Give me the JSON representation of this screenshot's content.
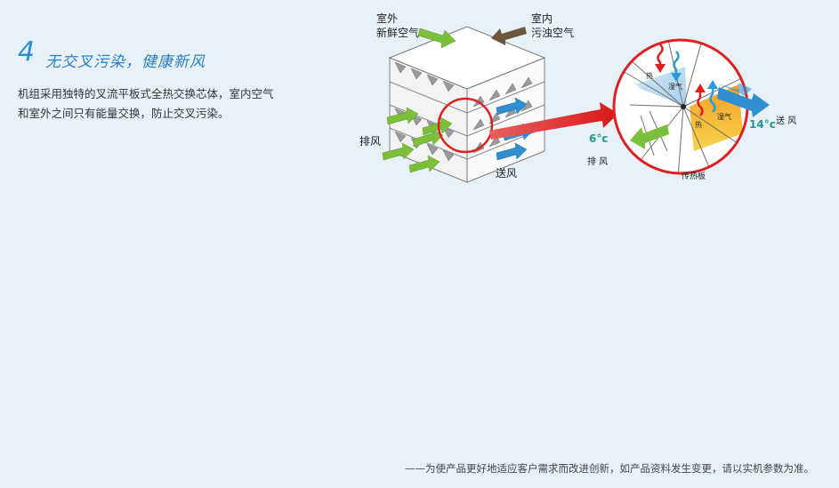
{
  "heading": {
    "number": "4",
    "title": "无交叉污染，健康新风"
  },
  "description": {
    "line1": "机组采用独特的叉流平板式全热交换芯体，室内空气",
    "line2": "和室外之间只有能量交换，防止交叉污染。"
  },
  "diagram": {
    "outdoor_label_1": "室外",
    "outdoor_label_2": "新鲜空气",
    "indoor_label_1": "室内",
    "indoor_label_2": "污浊空气",
    "exhaust_left": "排风",
    "supply_bottom": "送风",
    "detail": {
      "heat_1": "热",
      "humid_1": "湿气",
      "heat_2": "热",
      "humid_2": "湿气",
      "temp_left": "6°c",
      "temp_right": "14°c",
      "supply_right": "送 风",
      "exhaust_bottom": "排 风",
      "plate": "传热板"
    },
    "colors": {
      "fresh_arrow": "#7cbf3a",
      "stale_arrow": "#6b5640",
      "supply_arrow": "#2f8fd0",
      "callout": "#e02020",
      "temp_text": "#1f9a8c"
    }
  },
  "footnote": "——为使产品更好地适应客户需求而改进创新，如产品资料发生变更，请以实机参数为准。"
}
